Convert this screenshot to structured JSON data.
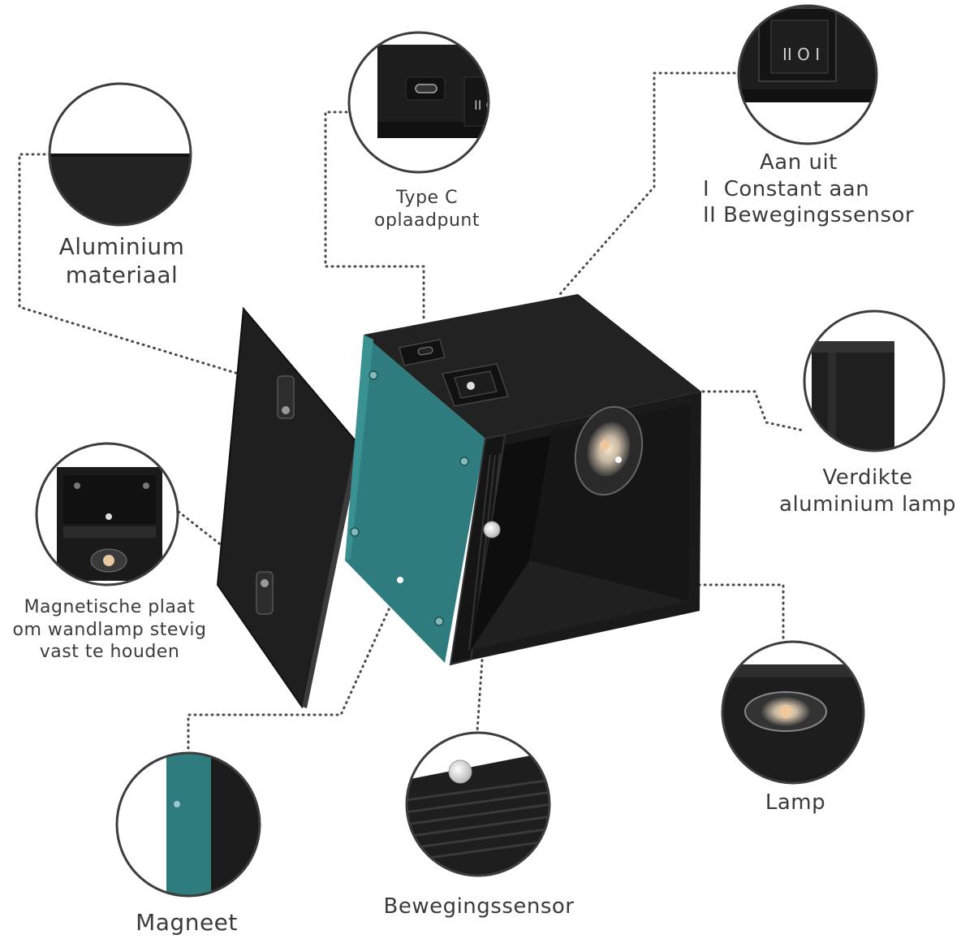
{
  "colors": {
    "housing": "#1e1e1e",
    "housing_side": "#2b2b2b",
    "teal": "#2f7f80",
    "callout_line": "#4a4a4a",
    "text": "#3b3b3b"
  },
  "callouts": {
    "aluminium": {
      "line1": "Aluminium",
      "line2": "materiaal"
    },
    "type_c": {
      "line1": "Type C",
      "line2": "oplaadpunt"
    },
    "switch": {
      "title": "Aan uit",
      "mode1": "I  Constant aan",
      "mode2": "II Bewegingssensor"
    },
    "verdikte": {
      "line1": "Verdikte",
      "line2": "aluminium lamp"
    },
    "magnetische": {
      "line1": "Magnetische plaat",
      "line2": "om wandlamp stevig",
      "line3": "vast te houden"
    },
    "lamp": {
      "label": "Lamp"
    },
    "magneet": {
      "label": "Magneet"
    },
    "sensor": {
      "label": "Bewegingssensor"
    }
  },
  "product": {
    "switch_icon_text": "II O I",
    "switch_small_text": "II O"
  }
}
